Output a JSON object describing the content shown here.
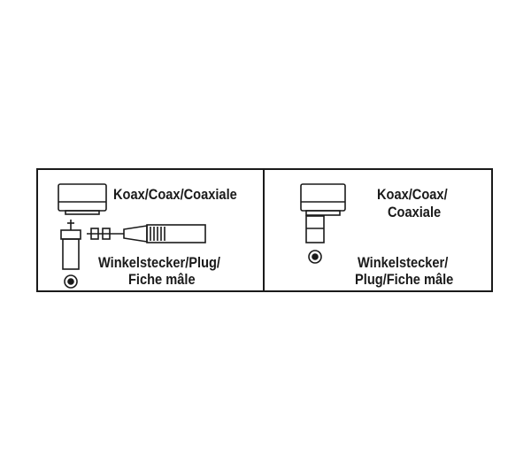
{
  "left_panel": {
    "coax_label": "Koax/Coax/Coaxiale",
    "plug_line1": "Winkelstecker/Plug/",
    "plug_line2": "Fiche mâle"
  },
  "right_panel": {
    "coax_line1": "Koax/Coax/",
    "coax_line2": "Coaxiale",
    "plug_line1": "Winkelstecker/",
    "plug_line2": "Plug/Fiche mâle"
  },
  "icons": {
    "left_coax": "coax-connector-icon",
    "left_plug": "angled-plug-icon",
    "left_cable": "cable-assembly-icon",
    "left_end": "connector-end-icon",
    "right_coax": "coax-connector-icon",
    "right_plug": "angled-plug-icon",
    "right_end": "connector-end-icon"
  },
  "colors": {
    "ink": "#1a1a1a",
    "bg": "#ffffff"
  }
}
